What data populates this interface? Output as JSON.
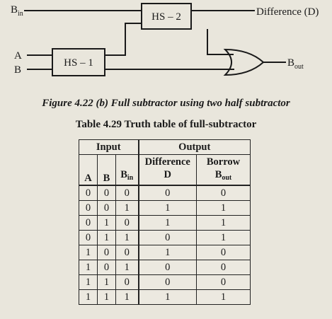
{
  "diagram": {
    "hs2_label": "HS – 2",
    "hs1_label": "HS – 1",
    "input_a": "A",
    "input_b": "B",
    "input_bin": "B",
    "input_bin_sub": "in",
    "output_difference": "Difference (D)",
    "output_bout": "B",
    "output_bout_sub": "out"
  },
  "figure_caption": "Figure 4.22 (b)    Full subtractor using two half subtractor",
  "table_title": "Table 4.29 Truth table of full-subtractor",
  "table": {
    "group_input": "Input",
    "group_output": "Output",
    "col_a": "A",
    "col_b": "B",
    "col_bin": "B",
    "col_bin_sub": "in",
    "col_diff_line1": "Difference",
    "col_diff_line2": "D",
    "col_borrow_line1": "Borrow",
    "col_borrow_line2": "B",
    "col_borrow_sub": "out",
    "rows": [
      [
        "0",
        "0",
        "0",
        "0",
        "0"
      ],
      [
        "0",
        "0",
        "1",
        "1",
        "1"
      ],
      [
        "0",
        "1",
        "0",
        "1",
        "1"
      ],
      [
        "0",
        "1",
        "1",
        "0",
        "1"
      ],
      [
        "1",
        "0",
        "0",
        "1",
        "0"
      ],
      [
        "1",
        "0",
        "1",
        "0",
        "0"
      ],
      [
        "1",
        "1",
        "0",
        "0",
        "0"
      ],
      [
        "1",
        "1",
        "1",
        "1",
        "1"
      ]
    ]
  }
}
